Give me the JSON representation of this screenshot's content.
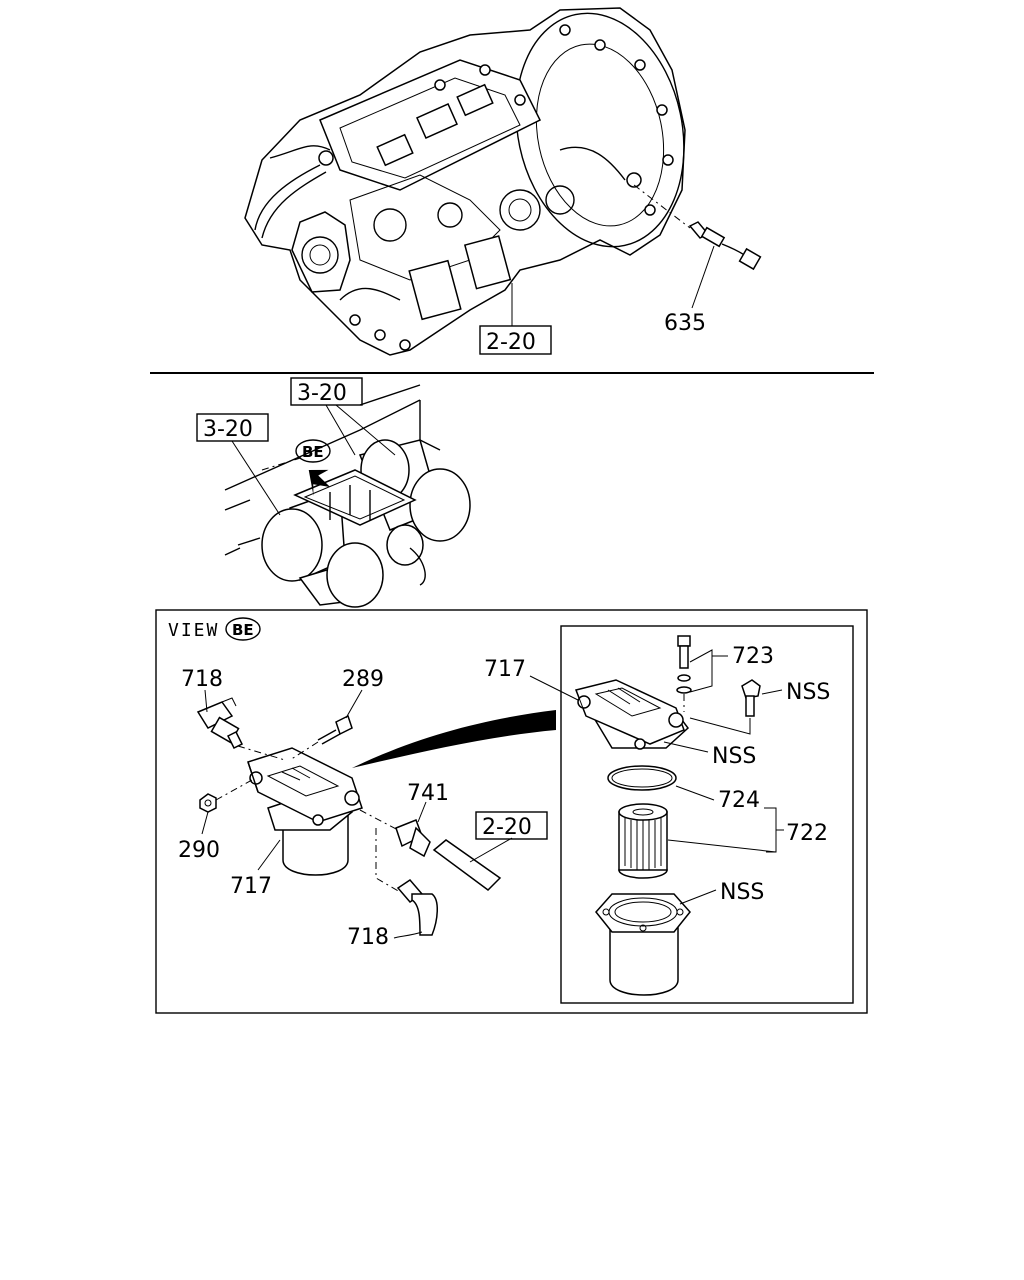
{
  "references": {
    "top_transmission": "2-20",
    "tank_upper": "3-20",
    "tank_left": "3-20",
    "hose": "2-20"
  },
  "view": {
    "label": "VIEW",
    "badge": "BE",
    "tank_badge": "BE"
  },
  "callouts": {
    "sensor": "635",
    "fitting_top": "718",
    "bolt": "289",
    "bracket_detail": "717",
    "nut": "290",
    "filter_assy": "717",
    "connector": "741",
    "fitting_bottom": "718",
    "bolt_washer": "723",
    "nss_bolt": "NSS",
    "nss_head": "NSS",
    "o_ring": "724",
    "element_kit": "722",
    "nss_case": "NSS"
  }
}
